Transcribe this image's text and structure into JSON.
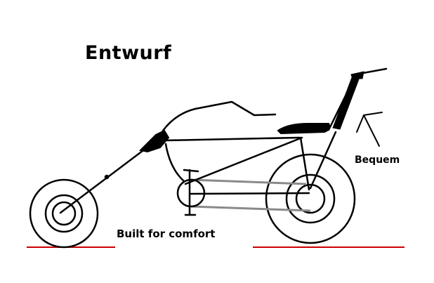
{
  "title": "Entwurf",
  "caption_comfort": "Built for comfort",
  "caption_comfortable": "Bequem",
  "colors": {
    "ink": "#000000",
    "ground_line": "#cc0000",
    "chain": "#8a8a8a"
  }
}
